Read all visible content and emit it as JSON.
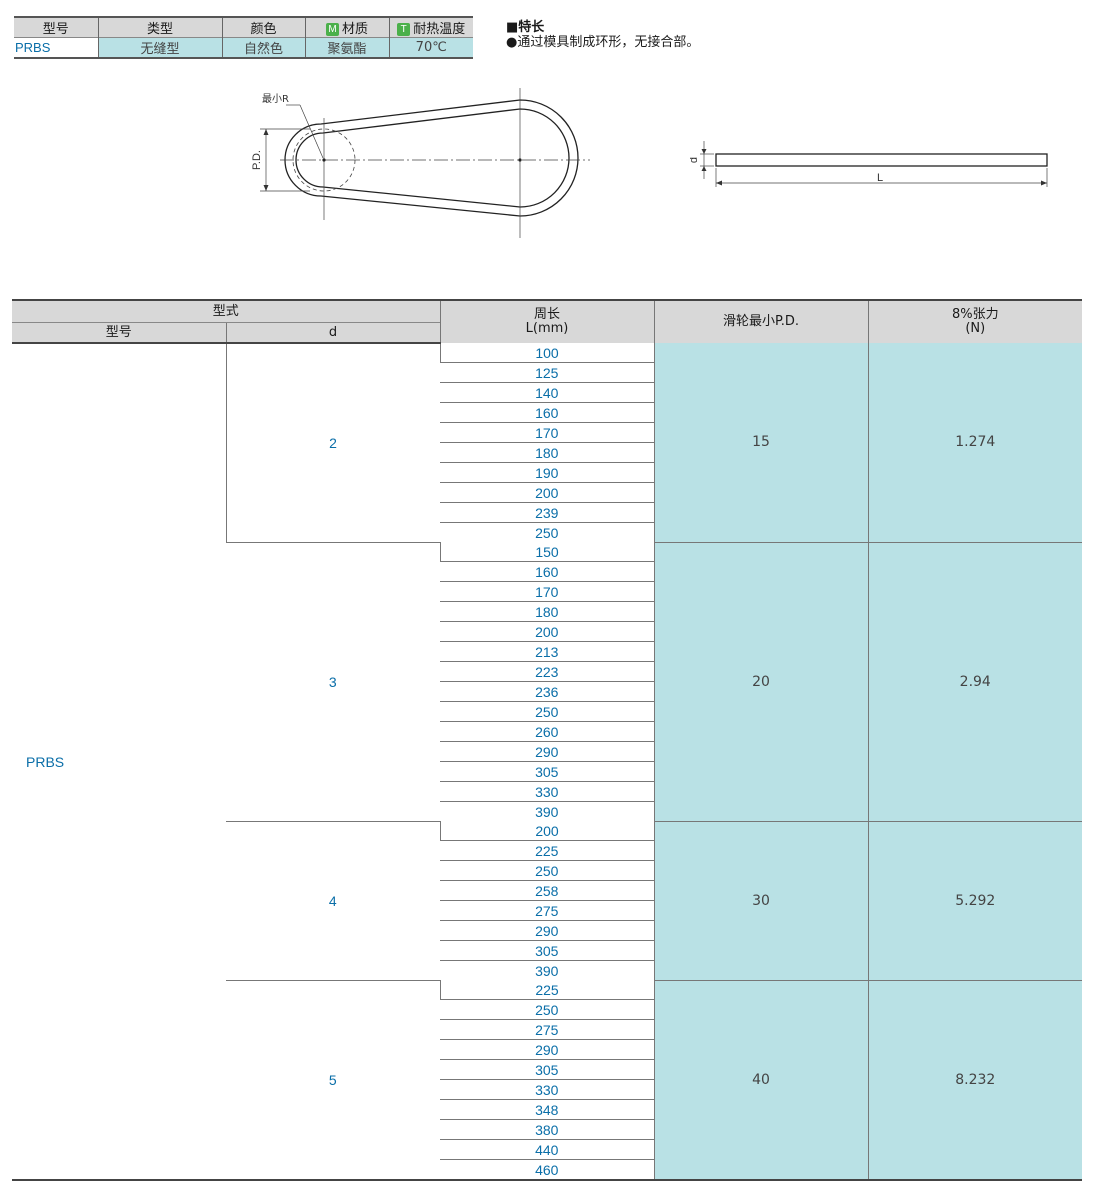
{
  "spec_table": {
    "headers": [
      "型号",
      "类型",
      "颜色",
      "材质",
      "耐热温度"
    ],
    "badges": {
      "material": "M",
      "temperature": "T"
    },
    "row": {
      "model": "PRBS",
      "type": "无缝型",
      "color": "自然色",
      "material": "聚氨酯",
      "heat_resistance": "70℃"
    }
  },
  "features": {
    "title": "■特长",
    "items": [
      "●通过模具制成环形，无接合部。"
    ]
  },
  "drawing_left": {
    "min_r_label": "最小R",
    "pd_label": "P.D."
  },
  "drawing_right": {
    "d_label": "d",
    "l_label": "L"
  },
  "main_table": {
    "header": {
      "type_group": "型式",
      "model_col": "型号",
      "d_col": "d",
      "length_col": "周长",
      "length_unit": "L(mm)",
      "pulley_col": "滑轮最小P.D.",
      "tension_col": "8%张力",
      "tension_unit": "(N)"
    },
    "model": "PRBS",
    "groups": [
      {
        "d": "2",
        "pd": "15",
        "tension": "1.274",
        "lengths": [
          "100",
          "125",
          "140",
          "160",
          "170",
          "180",
          "190",
          "200",
          "239",
          "250"
        ]
      },
      {
        "d": "3",
        "pd": "20",
        "tension": "2.94",
        "lengths": [
          "150",
          "160",
          "170",
          "180",
          "200",
          "213",
          "223",
          "236",
          "250",
          "260",
          "290",
          "305",
          "330",
          "390"
        ]
      },
      {
        "d": "4",
        "pd": "30",
        "tension": "5.292",
        "lengths": [
          "200",
          "225",
          "250",
          "258",
          "275",
          "290",
          "305",
          "390"
        ]
      },
      {
        "d": "5",
        "pd": "40",
        "tension": "8.232",
        "lengths": [
          "225",
          "250",
          "275",
          "290",
          "305",
          "330",
          "348",
          "380",
          "440",
          "460"
        ]
      }
    ]
  }
}
